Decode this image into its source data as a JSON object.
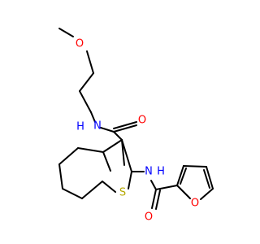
{
  "molecule": {
    "atoms": {
      "O_methoxy": "O",
      "N_amide": "N",
      "H_amide": "H",
      "O_carbonyl1": "O",
      "N_amine": "N",
      "H_amine": "H",
      "S_ring": "S",
      "O_carbonyl2": "O",
      "O_furan": "O"
    },
    "colors": {
      "oxygen": "#ff0000",
      "nitrogen": "#0000ff",
      "sulfur": "#b5a800",
      "bond": "#000000"
    }
  }
}
